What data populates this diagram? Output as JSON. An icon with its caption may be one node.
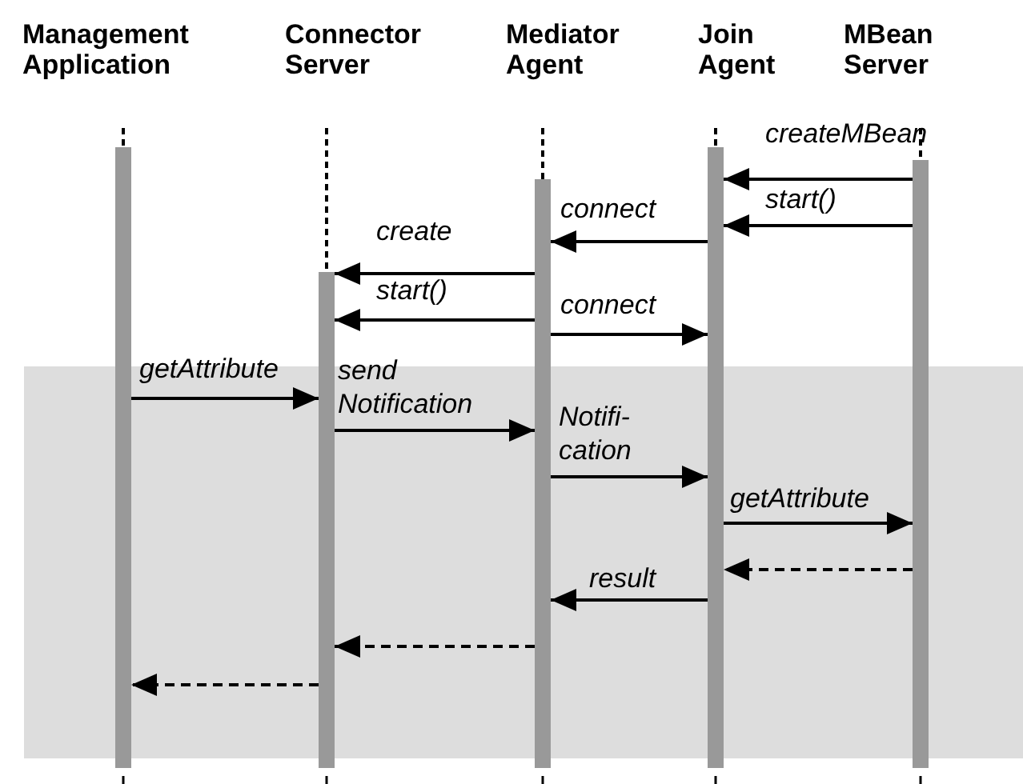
{
  "diagram": {
    "nodes": [
      {
        "text": [
          "Management Application"
        ]
      },
      {
        "text": [
          "Connector Server"
        ]
      },
      {
        "text": [
          "Mediator Agent"
        ]
      },
      {
        "text": [
          "Join Agent"
        ]
      },
      {
        "text": [
          "MBean Server"
        ]
      }
    ],
    "edges": [
      {
        "from": 4,
        "to": 3,
        "arrow": "to",
        "label": "createMBean"
      },
      {
        "from": 4,
        "to": 3,
        "arrow": "to",
        "label": "start()"
      },
      {
        "from": 3,
        "to": 2,
        "arrow": "to",
        "label": "connect"
      },
      {
        "from": 2,
        "to": 1,
        "arrow": "to",
        "label": "create"
      },
      {
        "from": 2,
        "to": 1,
        "arrow": "to",
        "label": "start()"
      },
      {
        "from": 2,
        "to": 3,
        "arrow": "to",
        "label": "connect"
      },
      {
        "from": 0,
        "to": 1,
        "arrow": "to",
        "label": "getAttribute"
      },
      {
        "from": 1,
        "to": 2,
        "arrow": "to",
        "label": "send Notification"
      },
      {
        "from": 2,
        "to": 3,
        "arrow": "to",
        "label": "Notifi- cation"
      },
      {
        "from": 3,
        "to": 4,
        "arrow": "to",
        "label": "getAttribute"
      },
      {
        "from": 4,
        "to": 3,
        "arrow": "to",
        "style": "dashed"
      },
      {
        "from": 3,
        "to": 2,
        "arrow": "to",
        "label": "result"
      },
      {
        "from": 2,
        "to": 1,
        "arrow": "to",
        "style": "dashed"
      },
      {
        "from": 1,
        "to": 0,
        "arrow": "to",
        "style": "dashed"
      }
    ]
  }
}
